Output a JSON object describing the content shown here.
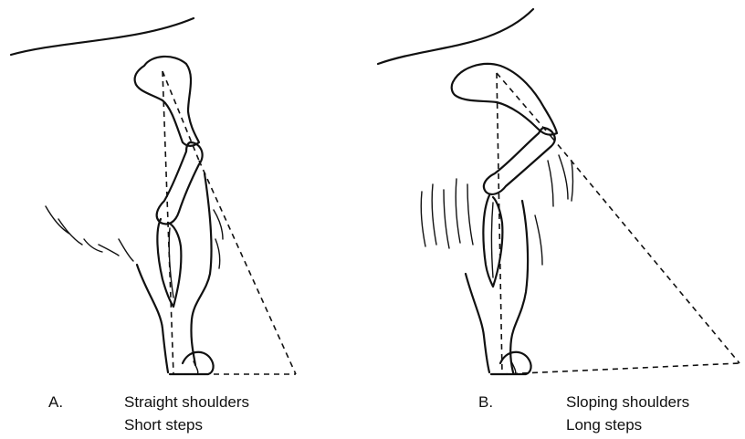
{
  "panels": [
    {
      "letter": "A.",
      "lines": [
        "Straight shoulders",
        "Short steps"
      ]
    },
    {
      "letter": "B.",
      "lines": [
        "Sloping shoulders",
        "Long steps"
      ]
    }
  ]
}
